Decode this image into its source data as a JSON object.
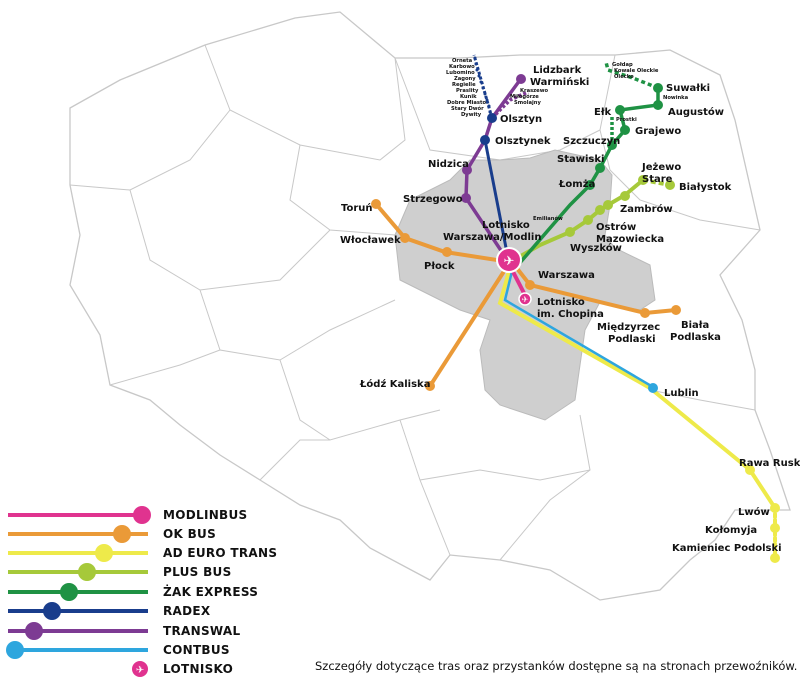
{
  "colors": {
    "modlinbus": "#e0338f",
    "okbus": "#ea9a38",
    "adeurotrans": "#eeea4a",
    "plusbus": "#a6c93a",
    "zakexpress": "#1f9244",
    "radex": "#193d8c",
    "transwal": "#7d3b93",
    "contbus": "#2ea6de",
    "region_fill": "#cfcfcf",
    "border": "#cccccc"
  },
  "cities": {
    "lidzbark": "Lidzbark",
    "warminski": "Warmiński",
    "olsztyn": "Olsztyn",
    "olsztynek": "Olsztynek",
    "nidzica": "Nidzica",
    "strzegowo": "Strzegowo",
    "torun": "Toruń",
    "wloclawek": "Włocławek",
    "plock": "Płock",
    "lotnisko_modlin_1": "Lotnisko",
    "lotnisko_modlin_2": "Warszawa/Modlin",
    "warszawa": "Warszawa",
    "lotnisko_chopin_1": "Lotnisko",
    "lotnisko_chopin_2": "im. Chopina",
    "lodz": "Łódź Kaliska",
    "miedzyrzec_1": "Międzyrzec",
    "miedzyrzec_2": "Podlaski",
    "biala_1": "Biała",
    "biala_2": "Podlaska",
    "lublin": "Lublin",
    "rawa": "Rawa Ruska",
    "lwow": "Lwów",
    "kolomyja": "Kołomyja",
    "kamieniec": "Kamieniec Podolski",
    "suwalki": "Suwałki",
    "augustow": "Augustów",
    "elk": "Ełk",
    "grajewo": "Grajewo",
    "szczuczyn": "Szczuczyn",
    "stawiski": "Stawiski",
    "lomza": "Łomża",
    "jezewo_1": "Jeżewo",
    "jezewo_2": "Stare",
    "bialystok": "Białystok",
    "zambrow": "Zambrów",
    "ostrow_1": "Ostrów",
    "ostrow_2": "Mazowiecka",
    "wyszkow": "Wyszków",
    "emilianow": "Emilianów",
    "goldap": "Gołdap",
    "kowale": "Kowale Oleckie",
    "olecko": "Olecko",
    "nowinka": "Nowinka",
    "prostki": "Prostki",
    "ornety": "Orneta",
    "karbowo": "Karbowo",
    "lubomino": "Lubomino",
    "zagony": "Zagony",
    "reginelle": "Regielle",
    "praslity": "Praslity",
    "kunik": "Kunik",
    "dobre_miasto": "Dobre Miasto",
    "stary_dwor": "Stary Dwór",
    "dywity": "Dywity",
    "kraszewo": "Kraszewo",
    "milogorze": "Miłogórze",
    "smolajny": "Smolajny"
  },
  "legend": [
    {
      "label": "MODLINBUS",
      "color": "#e0338f"
    },
    {
      "label": "OK BUS",
      "color": "#ea9a38"
    },
    {
      "label": "AD EURO TRANS",
      "color": "#eeea4a"
    },
    {
      "label": "PLUS BUS",
      "color": "#a6c93a"
    },
    {
      "label": "ŻAK EXPRESS",
      "color": "#1f9244"
    },
    {
      "label": "RADEX",
      "color": "#193d8c"
    },
    {
      "label": "TRANSWAL",
      "color": "#7d3b93"
    },
    {
      "label": "CONTBUS",
      "color": "#2ea6de"
    },
    {
      "label": "LOTNISKO",
      "color": "#e0338f"
    }
  ],
  "footnote": "Szczegóły dotyczące  tras oraz przystanków dostępne są na stronach przewoźników."
}
